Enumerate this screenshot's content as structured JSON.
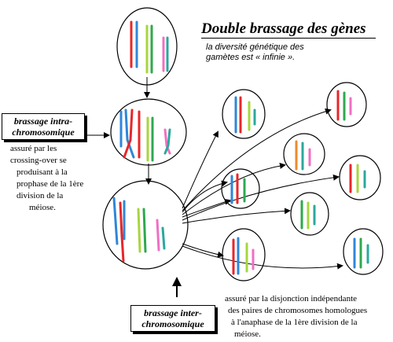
{
  "title": "Double brassage des gènes",
  "subtitle_lines": [
    "la diversité génétique des",
    "gamètes est « infinie »."
  ],
  "intra": {
    "label_lines": [
      "brassage intra-",
      "chromosomique"
    ],
    "note_lines": [
      "assuré par les",
      "crossing-over se",
      "produisant à la",
      "prophase de la 1ère",
      "division de la",
      "méiose."
    ]
  },
  "inter": {
    "label_lines": [
      "brassage inter-",
      "chromosomique"
    ],
    "note_lines": [
      "assuré par la disjonction indépendante",
      "des paires de chromosomes homologues",
      "à l'anaphase de la 1ère division de la",
      "méiose."
    ]
  },
  "colors": {
    "red": "#e8262a",
    "blue": "#2f86d8",
    "green": "#2fa84f",
    "lime": "#a7d63d",
    "orange": "#f0892b",
    "pink": "#f06fc4",
    "purple": "#9b59b6",
    "teal": "#2ba89c"
  }
}
